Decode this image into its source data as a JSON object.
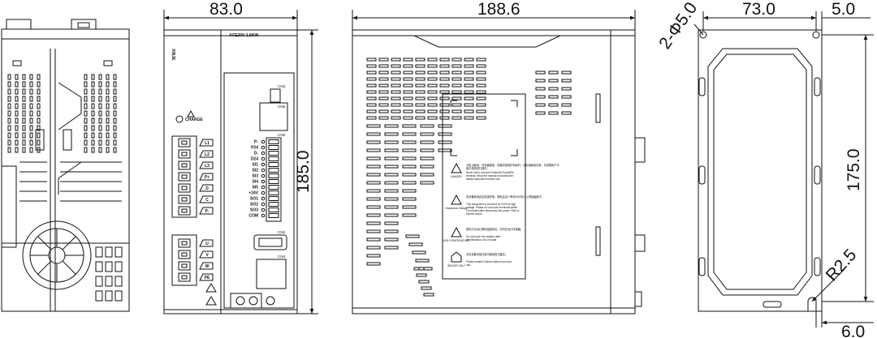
{
  "dimensions": {
    "front_width": "83.0",
    "front_height": "185.0",
    "side_depth": "188.6",
    "mount_holes": "2-Φ5.0",
    "mount_width": "73.0",
    "mount_edge": "5.0",
    "mount_height": "175.0",
    "corner_radius": "R2.5",
    "bottom_offset": "6.0"
  },
  "front_panel": {
    "brand": "XINJE",
    "model": "ACE20V-1.5KW",
    "charge_label": "CHARGE",
    "connectors": [
      "CN3",
      "CN5",
      "CN0",
      "CN2",
      "CN4"
    ],
    "power_terminals": [
      "L1",
      "L2",
      "L3",
      "P+",
      "D",
      "C",
      "P-"
    ],
    "motor_terminals": [
      "U",
      "V",
      "W",
      "PE"
    ],
    "cn0_pins": [
      "P-",
      "P24",
      "D-",
      "D24",
      "SI1",
      "SI2",
      "SI3",
      "SI4",
      "SI5",
      "+24V",
      "SO1",
      "SO2",
      "SO3",
      "COM"
    ]
  },
  "side_label": {
    "warnings": [
      {
        "title": "DANGER",
        "cn": "为防止触电，在机器通电、机器未接保护地线时，请阅读使用手册，并按照用户手册中说明进行操作。",
        "en": "Never fail to connect Protective Earth(PE) terminal. Read the manual and follow the safety instructions before use."
      },
      {
        "title": "Hazardous Voltage",
        "cn": "本设备使用高压电源供电，断电后至少等待15分钟以上再接触端子。",
        "en": "This equipment is powered by 220V at high voltage. Please do not touch terminals within 15 minutes after disconnect the power. Risk of electric shock."
      },
      {
        "title": "HIGH TEMPERATURE",
        "cn": "散热片在运行期间温度较高，请勿在运行时接触。",
        "en": "Do not touch the radiator after electrification, risk of scald."
      },
      {
        "title": "INDOOR ONLY",
        "cn": "请将设备安装在室内避免阳光直射。",
        "en": "Please install it indoors without sun and rain."
      }
    ]
  }
}
